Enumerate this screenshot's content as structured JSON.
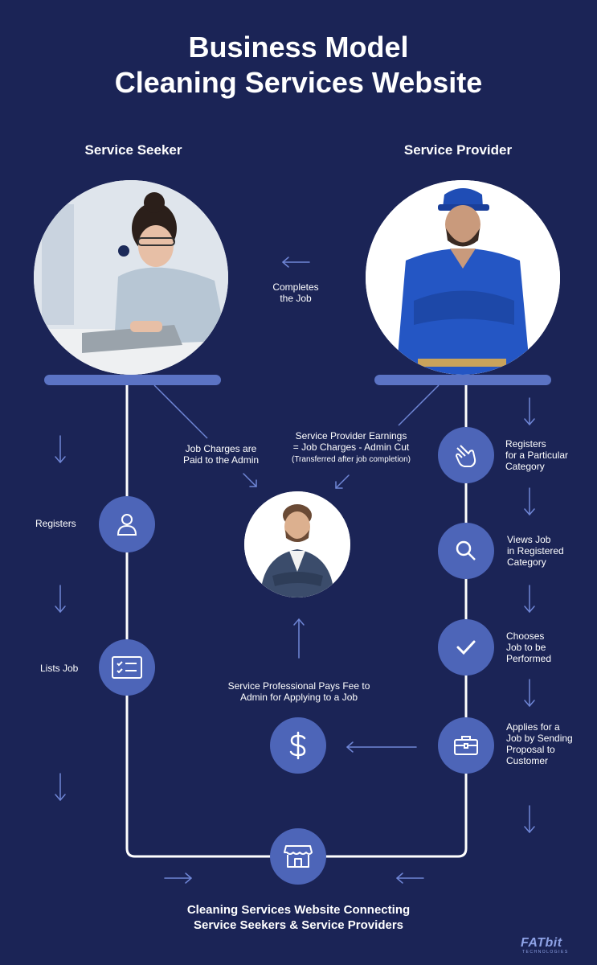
{
  "title": {
    "line1": "Business Model",
    "line2": "Cleaning Services Website"
  },
  "headings": {
    "seeker": "Service Seeker",
    "provider": "Service Provider"
  },
  "labels": {
    "completes_job": "Completes\nthe Job",
    "job_charges": "Job Charges are\nPaid to the Admin",
    "provider_earnings": "Service Provider Earnings\n= Job Charges - Admin Cut",
    "provider_earnings_note": "(Transferred after job completion)",
    "registers": "Registers",
    "lists_job": "Lists Job",
    "pays_fee": "Service Professional Pays Fee to\nAdmin for Applying to a Job",
    "registers_category": "Registers\nfor a Particular\nCategory",
    "views_job": "Views Job\nin Registered\nCategory",
    "chooses_job": "Chooses\nJob to be\nPerformed",
    "applies_job": "Applies for a\nJob by Sending\nProposal to\nCustomer"
  },
  "footer": {
    "line1": "Cleaning Services Website Connecting",
    "line2": "Service Seekers & Service Providers"
  },
  "logo": {
    "text": "FATbit",
    "sub": "TECHNOLOGIES"
  },
  "colors": {
    "background": "#1b2456",
    "node": "#4d65b8",
    "bar": "#5b73c4",
    "line": "#ffffff",
    "arrow": "#6f86d6"
  },
  "icons": {
    "registers": "user-icon",
    "lists_job": "checklist-icon",
    "registers_category": "hand-pointer-icon",
    "views_job": "search-icon",
    "chooses_job": "checkmark-icon",
    "applies_job": "briefcase-icon",
    "fee": "dollar-icon",
    "store": "storefront-icon"
  }
}
